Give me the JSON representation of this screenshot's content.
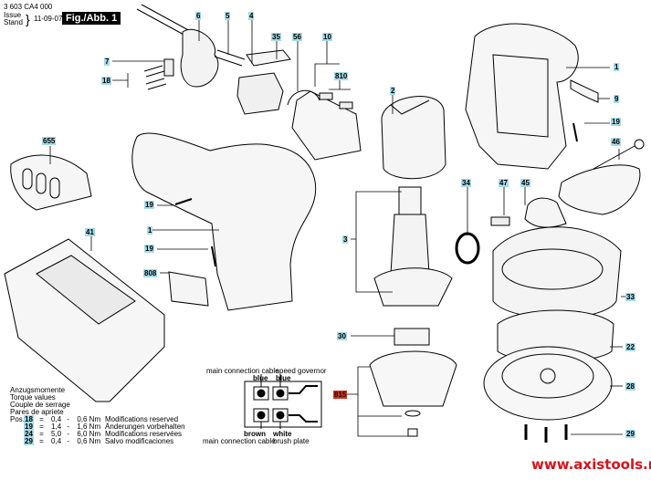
{
  "header": {
    "doc_number": "3 603 CA4 000",
    "issue_label": "Issue",
    "stand_label": "Stand",
    "issue_date": "11-09-07",
    "figure_label": "Fig./Abb. 1"
  },
  "part_labels": [
    {
      "id": "6"
    },
    {
      "id": "5"
    },
    {
      "id": "4"
    },
    {
      "id": "35"
    },
    {
      "id": "56"
    },
    {
      "id": "10"
    },
    {
      "id": "810"
    },
    {
      "id": "7"
    },
    {
      "id": "18"
    },
    {
      "id": "2"
    },
    {
      "id": "1"
    },
    {
      "id": "9"
    },
    {
      "id": "19"
    },
    {
      "id": "46"
    },
    {
      "id": "655"
    },
    {
      "id": "34"
    },
    {
      "id": "47"
    },
    {
      "id": "45"
    },
    {
      "id": "19"
    },
    {
      "id": "1"
    },
    {
      "id": "41"
    },
    {
      "id": "19"
    },
    {
      "id": "3"
    },
    {
      "id": "808"
    },
    {
      "id": "33"
    },
    {
      "id": "30"
    },
    {
      "id": "22"
    },
    {
      "id": "815"
    },
    {
      "id": "28"
    },
    {
      "id": "29"
    }
  ],
  "wiring": {
    "top_left_caption": "main connection cable",
    "top_left_color": "blue",
    "top_right_caption": "speed governor",
    "top_right_color": "blue",
    "bottom_left_color": "brown",
    "bottom_left_caption": "main connection cable",
    "bottom_right_color": "white",
    "bottom_right_caption": "brush plate"
  },
  "torque": {
    "titles": [
      "Anzugsmomente",
      "Torque values",
      "Couple de serrage",
      "Pares de apriete"
    ],
    "pos_label": "Pos.",
    "rows": [
      {
        "pos": "18",
        "eq": "=",
        "min": "0,4",
        "dash": "-",
        "max": "0,6",
        "unit": "Nm"
      },
      {
        "pos": "19",
        "eq": "=",
        "min": "1,4",
        "dash": "-",
        "max": "1,6",
        "unit": "Nm"
      },
      {
        "pos": "24",
        "eq": "=",
        "min": "5,0",
        "dash": "-",
        "max": "6,0",
        "unit": "Nm"
      },
      {
        "pos": "29",
        "eq": "=",
        "min": "0,4",
        "dash": "-",
        "max": "0,6",
        "unit": "Nm"
      }
    ]
  },
  "notices": [
    "Modifications reserved",
    "Änderungen vorbehalten",
    "Modifications reservées",
    "Salvo modificaciones"
  ],
  "watermark": "www.axistools.ru",
  "colors": {
    "label_bg": "#a6dbe8",
    "highlight_label_bg": "#d9301c",
    "watermark": "#d9121a"
  }
}
